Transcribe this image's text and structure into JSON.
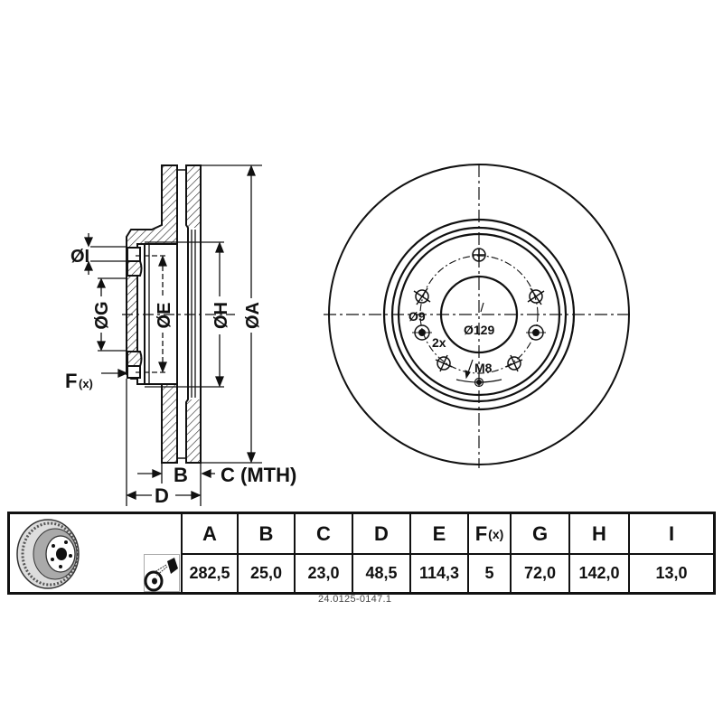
{
  "section_view": {
    "labels": {
      "dia_i": "ØI",
      "dia_g": "ØG",
      "dia_e": "ØE",
      "dia_h": "ØH",
      "dia_a": "ØA",
      "f": "F",
      "f_suffix": "(x)",
      "b": "B",
      "c": "C (MTH)",
      "d": "D"
    }
  },
  "front_view": {
    "labels": {
      "bolt_hole": "Ø9",
      "count": "2x",
      "pcd": "Ø129",
      "thread": "M8"
    }
  },
  "spec_table": {
    "icons": [
      "brake-disc-thumbnail-icon",
      "spray-coating-icon"
    ],
    "columns": [
      {
        "key": "A",
        "label": "A",
        "suffix": "",
        "value": "282,5"
      },
      {
        "key": "B",
        "label": "B",
        "suffix": "",
        "value": "25,0"
      },
      {
        "key": "C",
        "label": "C",
        "suffix": "",
        "value": "23,0"
      },
      {
        "key": "D",
        "label": "D",
        "suffix": "",
        "value": "48,5"
      },
      {
        "key": "E",
        "label": "E",
        "suffix": "",
        "value": "114,3"
      },
      {
        "key": "F",
        "label": "F",
        "suffix": "(x)",
        "value": "5"
      },
      {
        "key": "G",
        "label": "G",
        "suffix": "",
        "value": "72,0"
      },
      {
        "key": "H",
        "label": "H",
        "suffix": "",
        "value": "142,0"
      },
      {
        "key": "I",
        "label": "I",
        "suffix": "",
        "value": "13,0"
      }
    ]
  },
  "part_number": "24.0125-0147.1"
}
